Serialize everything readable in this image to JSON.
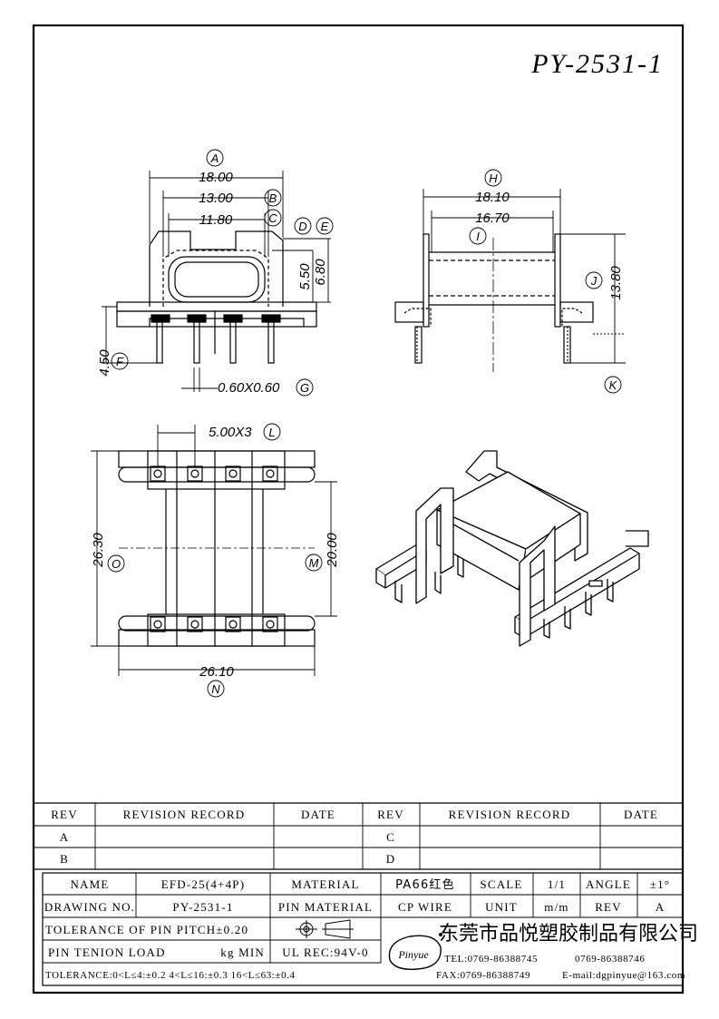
{
  "drawing_number": "PY-2531-1",
  "views": {
    "front": {
      "dim_a": {
        "marker": "A",
        "value": "18.00"
      },
      "dim_b": {
        "marker": "B",
        "value": "13.00"
      },
      "dim_c": {
        "marker": "C",
        "value": "11.80"
      },
      "dim_d": {
        "marker": "D",
        "value": "5.50"
      },
      "dim_e": {
        "marker": "E",
        "value": "6.80"
      },
      "dim_f": {
        "marker": "F",
        "value": "4.50"
      },
      "dim_g": {
        "marker": "G",
        "value": "0.60X0.60"
      }
    },
    "side": {
      "dim_h": {
        "marker": "H",
        "value": "18.10"
      },
      "dim_i": {
        "marker": "I",
        "value": "16.70"
      },
      "dim_j": {
        "marker": "J",
        "value": "13.80"
      },
      "dim_k": {
        "marker": "K"
      }
    },
    "bottom": {
      "dim_l": {
        "marker": "L",
        "value": "5.00X3"
      },
      "dim_o": {
        "marker": "O",
        "value": "26.30"
      },
      "dim_m": {
        "marker": "M",
        "value": "20.00"
      },
      "dim_n": {
        "marker": "N",
        "value": "26.10"
      }
    }
  },
  "revision_table": {
    "headers": [
      "REV",
      "REVISION RECORD",
      "DATE",
      "REV",
      "REVISION RECORD",
      "DATE"
    ],
    "rows": [
      [
        "A",
        "",
        "",
        "C",
        "",
        ""
      ],
      [
        "B",
        "",
        "",
        "D",
        "",
        ""
      ]
    ]
  },
  "title_block": {
    "name_label": "NAME",
    "name_value": "EFD-25(4+4P)",
    "material_label": "MATERIAL",
    "material_value": "PA66红色",
    "scale_label": "SCALE",
    "scale_value": "1/1",
    "angle_label": "ANGLE",
    "angle_value": "±1°",
    "drawing_no_label": "DRAWING NO.",
    "drawing_no_value": "PY-2531-1",
    "pin_material_label": "PIN MATERIAL",
    "pin_material_value": "CP WIRE",
    "unit_label": "UNIT",
    "unit_value": "m/m",
    "rev_label": "REV",
    "rev_value": "A",
    "tolerance_pitch": "TOLERANCE OF PIN PITCH±0.20",
    "pin_tension_label": "PIN TENION LOAD",
    "pin_tension_unit": "kg MIN",
    "ul_rec": "UL REC:94V-0",
    "tolerance_note": "TOLERANCE:0<L≤4:±0.2  4<L≤16:±0.3  16<L≤63:±0.4",
    "logo_text": "Pinyue",
    "company_name": "东莞市品悦塑胶制品有限公司",
    "tel": "TEL:0769-86388745",
    "tel2": "0769-86388746",
    "fax": "FAX:0769-86388749",
    "email": "E-mail:dgpinyue@163.com"
  }
}
